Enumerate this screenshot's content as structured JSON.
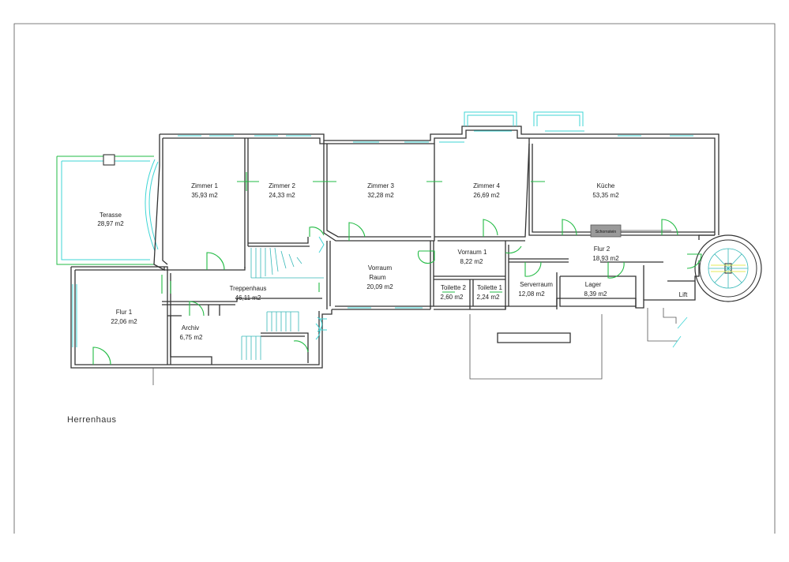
{
  "drawing_title": "Herrenhaus",
  "chimney_label": "Schornstein",
  "rooms": [
    {
      "id": "terasse",
      "name": "Terasse",
      "area": "28,97 m2"
    },
    {
      "id": "zimmer1",
      "name": "Zimmer 1",
      "area": "35,93 m2"
    },
    {
      "id": "zimmer2",
      "name": "Zimmer 2",
      "area": "24,33 m2"
    },
    {
      "id": "zimmer3",
      "name": "Zimmer 3",
      "area": "32,28 m2"
    },
    {
      "id": "zimmer4",
      "name": "Zimmer 4",
      "area": "26,69 m2"
    },
    {
      "id": "kueche",
      "name": "Küche",
      "area": "53,35 m2"
    },
    {
      "id": "flur1",
      "name": "Flur 1",
      "area": "22,06 m2"
    },
    {
      "id": "treppenhaus",
      "name": "Treppenhaus",
      "area": "46,11 m2"
    },
    {
      "id": "archiv",
      "name": "Archiv",
      "area": "6,75 m2"
    },
    {
      "id": "vorraum",
      "name": "Vorraum",
      "name2": "Raum",
      "area": "20,09 m2"
    },
    {
      "id": "vorraum1",
      "name": "Vorraum 1",
      "area": "8,22 m2"
    },
    {
      "id": "toilette2",
      "name": "Toilette 2",
      "area": "2,60 m2"
    },
    {
      "id": "toilette1",
      "name": "Toilette 1",
      "area": "2,24 m2"
    },
    {
      "id": "serverraum",
      "name": "Serverraum",
      "area": "12,08 m2"
    },
    {
      "id": "lager",
      "name": "Lager",
      "area": "8,39 m2"
    },
    {
      "id": "flur2",
      "name": "Flur 2",
      "area": "18,93 m2"
    },
    {
      "id": "lift",
      "name": "Lift",
      "area": ""
    }
  ]
}
